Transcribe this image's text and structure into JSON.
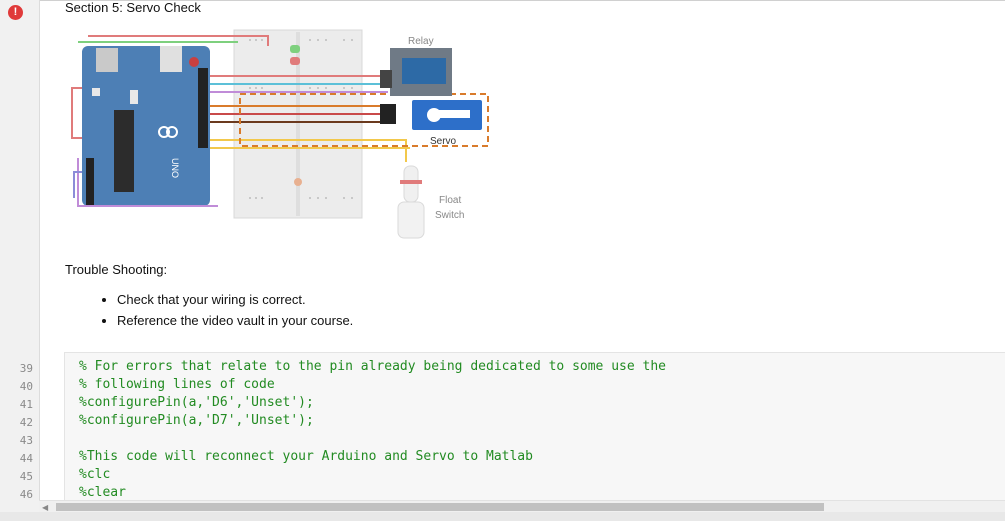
{
  "error_indicator": "!",
  "section_title": "Section 5: Servo Check",
  "diagram": {
    "relay_label": "Relay",
    "servo_label": "Servo",
    "float_switch_label_line1": "Float",
    "float_switch_label_line2": "Switch",
    "arduino_model": "UNO"
  },
  "troubleshooting": {
    "title": "Trouble Shooting:",
    "items": [
      "Check that your wiring is correct.",
      "Reference the video vault in your course."
    ]
  },
  "code": {
    "line_numbers": [
      "39",
      "40",
      "41",
      "42",
      "43",
      "44",
      "45",
      "46"
    ],
    "lines": [
      "% For errors that relate to the pin already being dedicated to some use the",
      "% following lines of code",
      "%configurePin(a,'D6','Unset');",
      "%configurePin(a,'D7','Unset');",
      "",
      "%This code will reconnect your Arduino and Servo to Matlab",
      "%clc",
      "%clear"
    ],
    "comment_color": "#228b22"
  },
  "scrollbar_left_arrow": "◀"
}
